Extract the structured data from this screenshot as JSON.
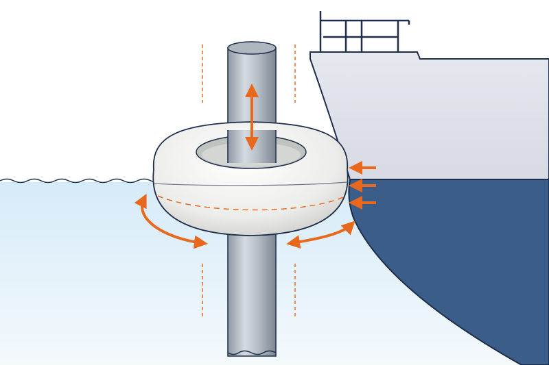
{
  "figure": {
    "elements": [
      "sky",
      "water",
      "pile",
      "foam-fender-ring",
      "ship-hull",
      "ship-railing",
      "vertical-motion-arrow",
      "rotation-arrows",
      "compression-arrows",
      "guide-lines"
    ]
  },
  "colors": {
    "sky": "#ffffff",
    "water_light": "#e9f4fb",
    "water_deep": "#c9e3f4",
    "pile_dark": "#7f8a96",
    "pile_light": "#d7dde3",
    "fender": "#f2f2f0",
    "fender_shadow": "#cfd0cc",
    "hull_above": "#dfe1ea",
    "hull_below": "#3b5d8a",
    "outline": "#1d2d4a",
    "accent": "#e8691e"
  }
}
